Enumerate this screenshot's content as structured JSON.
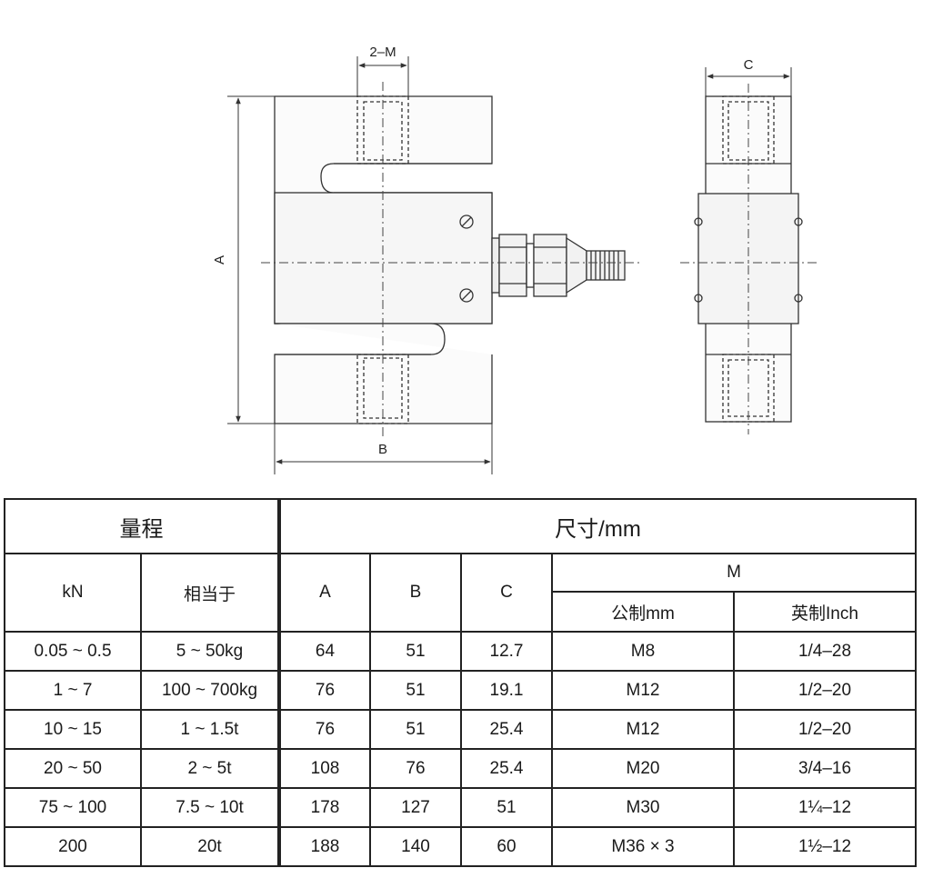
{
  "drawing": {
    "labels": {
      "thread": "2–M",
      "height": "A",
      "width": "B",
      "thickness": "C"
    }
  },
  "table": {
    "headers": {
      "range": "量程",
      "size": "尺寸/mm",
      "kn": "kN",
      "equivalent": "相当于",
      "a": "A",
      "b": "B",
      "c": "C",
      "m": "M",
      "metric": "公制mm",
      "imperial": "英制Inch"
    },
    "rows": [
      {
        "kn": "0.05 ~ 0.5",
        "equiv": "5 ~ 50kg",
        "a": "64",
        "b": "51",
        "c": "12.7",
        "metric": "M8",
        "inch": "1/4–28"
      },
      {
        "kn": "1 ~ 7",
        "equiv": "100 ~ 700kg",
        "a": "76",
        "b": "51",
        "c": "19.1",
        "metric": "M12",
        "inch": "1/2–20"
      },
      {
        "kn": "10 ~ 15",
        "equiv": "1 ~ 1.5t",
        "a": "76",
        "b": "51",
        "c": "25.4",
        "metric": "M12",
        "inch": "1/2–20"
      },
      {
        "kn": "20 ~ 50",
        "equiv": "2 ~ 5t",
        "a": "108",
        "b": "76",
        "c": "25.4",
        "metric": "M20",
        "inch": "3/4–16"
      },
      {
        "kn": "75 ~ 100",
        "equiv": "7.5 ~ 10t",
        "a": "178",
        "b": "127",
        "c": "51",
        "metric": "M30",
        "inch": "1¼–12"
      },
      {
        "kn": "200",
        "equiv": "20t",
        "a": "188",
        "b": "140",
        "c": "60",
        "metric": "M36 × 3",
        "inch": "1½–12"
      }
    ]
  }
}
